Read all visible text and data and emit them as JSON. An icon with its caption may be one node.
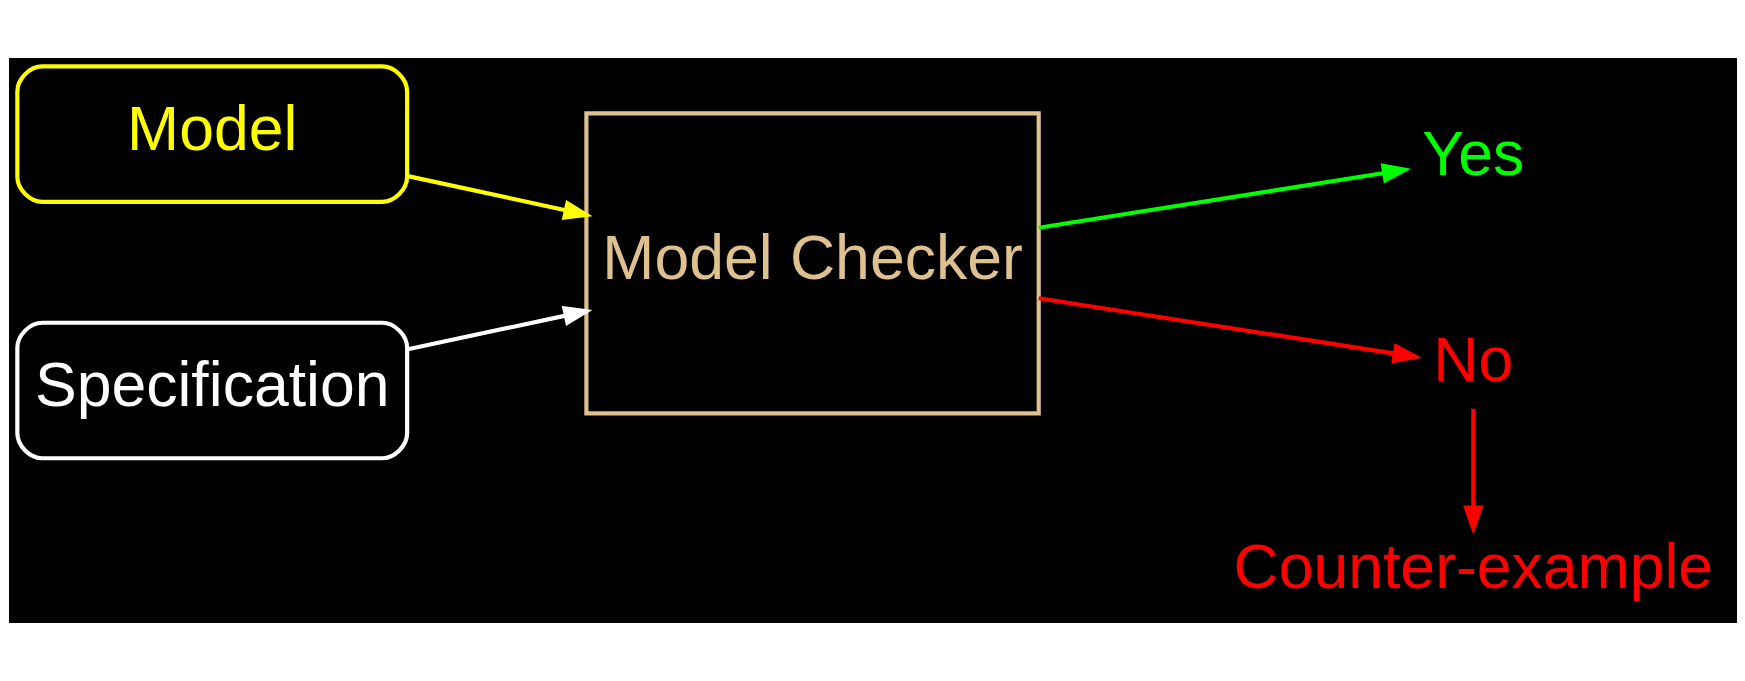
{
  "diagram": {
    "nodes": [
      {
        "text": [
          "Model"
        ]
      },
      {
        "text": [
          "Specification"
        ]
      },
      {
        "text": [
          "Model Checker"
        ]
      },
      {
        "text": [
          "Yes"
        ]
      },
      {
        "text": [
          "No"
        ]
      },
      {
        "text": [
          "Counter-example"
        ]
      }
    ],
    "edges": [
      {
        "from": 0,
        "to": 2,
        "arrow": "to",
        "color": "#ffff00"
      },
      {
        "from": 1,
        "to": 2,
        "arrow": "to",
        "color": "#ffffff"
      },
      {
        "from": 2,
        "to": 3,
        "arrow": "to",
        "color": "#00ff00"
      },
      {
        "from": 2,
        "to": 4,
        "arrow": "to",
        "color": "#ff0000"
      },
      {
        "from": 4,
        "to": 5,
        "arrow": "to",
        "color": "#ff0000"
      }
    ]
  }
}
